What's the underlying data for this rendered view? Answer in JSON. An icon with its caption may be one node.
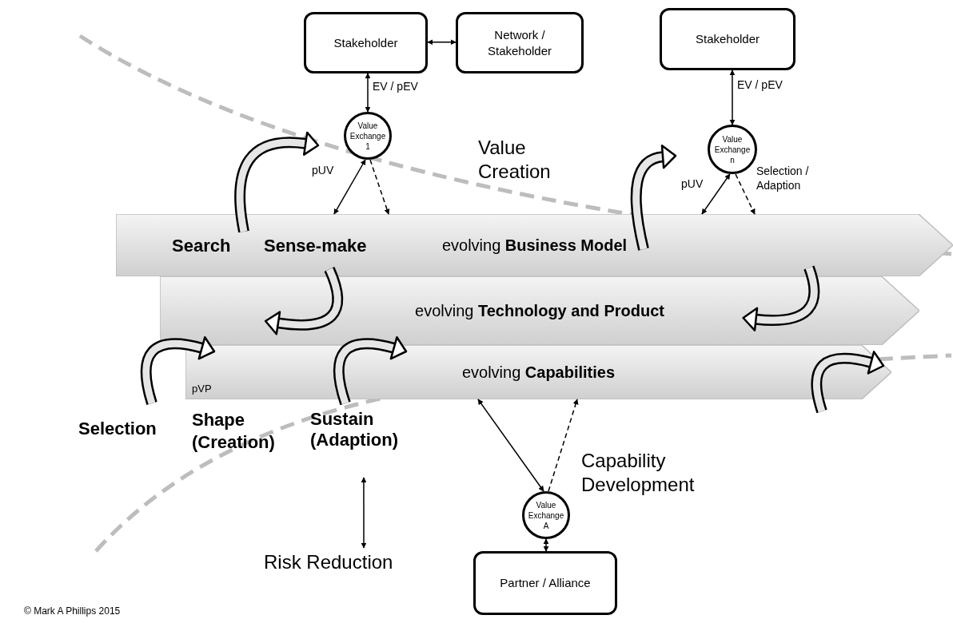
{
  "diagram": {
    "nodes": [
      {
        "text": [
          "Stakeholder"
        ]
      },
      {
        "text": [
          "Network / Stakeholder"
        ]
      },
      {
        "text": [
          "Value Exchange 1"
        ]
      },
      {
        "text": [
          "Stakeholder"
        ]
      },
      {
        "text": [
          "Value Exchange n"
        ]
      },
      {
        "text": [
          "evolving **Business Model**"
        ]
      },
      {
        "text": [
          "evolving **Technology and Product**"
        ]
      },
      {
        "text": [
          "evolving **Capabilities**",
          "pVP"
        ]
      },
      {
        "text": [
          "Value Exchange A"
        ]
      },
      {
        "text": [
          "Partner / Alliance"
        ]
      },
      {
        "text": [
          "Sustain (Adaption)"
        ]
      },
      {
        "text": [
          "Risk Reduction"
        ]
      }
    ],
    "edges": [
      {
        "from": 0,
        "to": 1,
        "arrow": "both"
      },
      {
        "from": 0,
        "to": 2,
        "arrow": "both",
        "label": "EV / pEV"
      },
      {
        "from": 2,
        "to": 5,
        "arrow": "both",
        "label": "pUV"
      },
      {
        "from": 2,
        "to": 5,
        "arrow": "to",
        "style": "dashed"
      },
      {
        "from": 3,
        "to": 4,
        "arrow": "both",
        "label": "EV / pEV"
      },
      {
        "from": 4,
        "to": 5,
        "arrow": "both",
        "label": "pUV"
      },
      {
        "from": 4,
        "to": 5,
        "arrow": "to",
        "style": "dashed",
        "label": "Selection / Adaption"
      },
      {
        "from": 7,
        "to": 8,
        "arrow": "both"
      },
      {
        "from": 8,
        "to": 7,
        "arrow": "to",
        "style": "dashed"
      },
      {
        "from": 8,
        "to": 9,
        "arrow": "both"
      },
      {
        "from": 10,
        "to": 11,
        "arrow": "both"
      },
      {
        "from": 5,
        "to": 6,
        "arrow": "to",
        "style": "thick"
      },
      {
        "from": 5,
        "to": 6,
        "arrow": "to",
        "style": "thick"
      },
      {
        "from": 10,
        "to": 7,
        "arrow": "to",
        "style": "thick"
      }
    ],
    "labels": [
      "Value Creation",
      "Search",
      "Sense-make",
      "Selection",
      "Shape (Creation)",
      "Capability Development",
      "© Mark A Phillips 2015"
    ]
  }
}
